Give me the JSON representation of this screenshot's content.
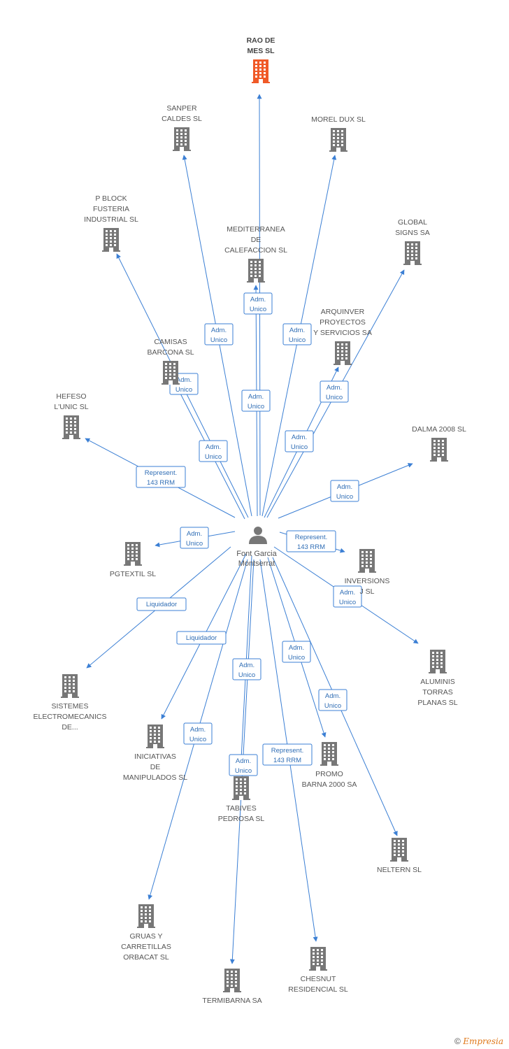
{
  "center": {
    "name_lines": [
      "Font Garcia",
      "Montserrat"
    ]
  },
  "nodes": [
    {
      "id": "rao",
      "lines": [
        "RAO DE",
        "MES SL"
      ],
      "focus": true
    },
    {
      "id": "sanper",
      "lines": [
        "SANPER",
        "CALDES SL"
      ]
    },
    {
      "id": "morel",
      "lines": [
        "MOREL DUX SL"
      ]
    },
    {
      "id": "pblock",
      "lines": [
        "P BLOCK",
        "FUSTERIA",
        "INDUSTRIAL SL"
      ]
    },
    {
      "id": "mediterranea",
      "lines": [
        "MEDITERRANEA",
        "DE",
        "CALEFACCION SL"
      ]
    },
    {
      "id": "global",
      "lines": [
        "GLOBAL",
        "SIGNS SA"
      ]
    },
    {
      "id": "arquinver",
      "lines": [
        "ARQUINVER",
        "PROYECTOS",
        "Y SERVICIOS SA"
      ]
    },
    {
      "id": "camisas",
      "lines": [
        "CAMISAS",
        "BARCONA SL"
      ]
    },
    {
      "id": "hefeso",
      "lines": [
        "HEFESO",
        "L'UNIC SL"
      ]
    },
    {
      "id": "dalma",
      "lines": [
        "DALMA 2008 SL"
      ]
    },
    {
      "id": "pgtextil",
      "lines": [
        "PGTEXTIL SL"
      ]
    },
    {
      "id": "inversions",
      "lines": [
        "INVERSIONS",
        "J SL"
      ]
    },
    {
      "id": "aluminis",
      "lines": [
        "ALUMINIS",
        "TORRAS",
        "PLANAS SL"
      ]
    },
    {
      "id": "sistemes",
      "lines": [
        "SISTEMES",
        "ELECTROMECANICS",
        "DE..."
      ]
    },
    {
      "id": "iniciativas",
      "lines": [
        "INICIATIVAS",
        "DE",
        "MANIPULADOS SL"
      ]
    },
    {
      "id": "promo",
      "lines": [
        "PROMO",
        "BARNA 2000 SA"
      ]
    },
    {
      "id": "tabives",
      "lines": [
        "TABIVES",
        "PEDROSA SL"
      ]
    },
    {
      "id": "neltern",
      "lines": [
        "NELTERN SL"
      ]
    },
    {
      "id": "gruas",
      "lines": [
        "GRUAS Y",
        "CARRETILLAS",
        "ORBACAT SL"
      ]
    },
    {
      "id": "chesnut",
      "lines": [
        "CHESNUT",
        "RESIDENCIAL SL"
      ]
    },
    {
      "id": "termibarna",
      "lines": [
        "TERMIBARNA SA"
      ]
    }
  ],
  "edges": [
    {
      "to": "rao",
      "label": [
        "Adm.",
        "Unico"
      ]
    },
    {
      "to": "sanper",
      "label": [
        "Adm.",
        "Unico"
      ]
    },
    {
      "to": "morel",
      "label": [
        "Adm.",
        "Unico"
      ]
    },
    {
      "to": "mediterranea",
      "label": [
        "Adm.",
        "Unico"
      ]
    },
    {
      "to": "pblock",
      "label": [
        "Adm.",
        "Unico"
      ]
    },
    {
      "to": "camisas",
      "label": [
        "Adm.",
        "Unico"
      ]
    },
    {
      "to": "global",
      "label": [
        "Adm.",
        "Unico"
      ]
    },
    {
      "to": "arquinver",
      "label": [
        "Adm.",
        "Unico"
      ]
    },
    {
      "to": "hefeso",
      "label": [
        "Represent.",
        "143 RRM"
      ]
    },
    {
      "to": "dalma",
      "label": [
        "Adm.",
        "Unico"
      ]
    },
    {
      "to": "pgtextil",
      "label": [
        "Adm.",
        "Unico"
      ]
    },
    {
      "to": "inversions",
      "label": [
        "Represent.",
        "143 RRM"
      ]
    },
    {
      "to": "aluminis",
      "label": [
        "Adm.",
        "Unico"
      ]
    },
    {
      "to": "sistemes",
      "label": [
        "Liquidador"
      ]
    },
    {
      "to": "iniciativas",
      "label": [
        "Liquidador"
      ]
    },
    {
      "to": "tabives",
      "label": [
        "Adm.",
        "Unico"
      ]
    },
    {
      "to": "promo",
      "label": [
        "Adm.",
        "Unico"
      ]
    },
    {
      "to": "neltern",
      "label": [
        "Adm.",
        "Unico"
      ]
    },
    {
      "to": "gruas",
      "label": [
        "Adm.",
        "Unico"
      ]
    },
    {
      "to": "termibarna",
      "label": [
        "Adm.",
        "Unico"
      ]
    },
    {
      "to": "chesnut",
      "label": [
        "Represent.",
        "143 RRM"
      ]
    }
  ],
  "colors": {
    "edge": "#3b7fd4",
    "building": "#777777",
    "building_focus": "#f05a28",
    "person": "#777777",
    "label_border": "#3b7fd4"
  },
  "footer": {
    "copyright": "©",
    "brand": "Empresia"
  }
}
